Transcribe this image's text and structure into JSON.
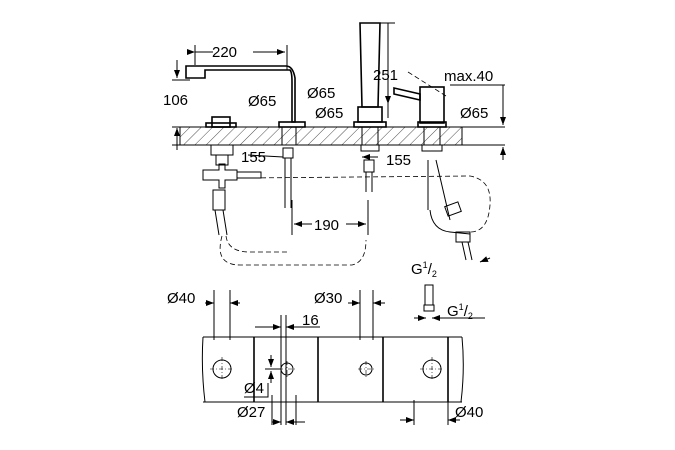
{
  "labels": {
    "spout_reach": "220",
    "spout_height": "106",
    "spout_base_dia": "Ø65",
    "handshower_dia_upper": "Ø65",
    "handshower_dia_lower": "Ø65",
    "handshower_height": "251",
    "lever_max": "max.40",
    "mixer_dia": "Ø65",
    "left_spacing": "155",
    "right_spacing": "155",
    "center_spacing": "190",
    "thread_upper": "G",
    "thread_lower": "G",
    "thread_frac_num": "1",
    "thread_frac_den": "2",
    "hole_left_dia": "Ø40",
    "hole_center_dia": "Ø30",
    "hole_small_dist": "16",
    "hole_small_dia": "Ø4",
    "hole_second_dia": "Ø27",
    "hole_right_dia": "Ø40"
  }
}
